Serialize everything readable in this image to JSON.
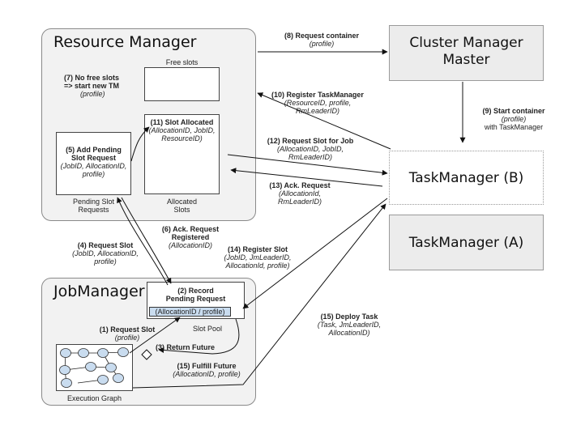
{
  "resource_manager": {
    "title": "Resource Manager",
    "free_slots": "Free slots",
    "pending_slot_requests": [
      "Pending Slot",
      "Requests"
    ],
    "allocated_slots": [
      "Allocated",
      "Slots"
    ],
    "step7": {
      "l1": "(7) No free slots",
      "l2": "=> start new TM",
      "l3": "(profile)"
    },
    "step5": {
      "l1": "(5) Add Pending",
      "l2": "Slot Request",
      "l3": "(JobID, AllocationID,",
      "l4": "profile)"
    },
    "step11": {
      "l1": "(11) Slot Allocated",
      "l2": "(AllocationID, JobID,",
      "l3": "ResourceID)"
    }
  },
  "cluster_manager": {
    "line1": "Cluster Manager",
    "line2": "Master"
  },
  "task_manager_b": "TaskManager (B)",
  "task_manager_a": "TaskManager (A)",
  "job_manager": {
    "title": "JobManager",
    "step2": {
      "l1": "(2) Record",
      "l2": "Pending Request"
    },
    "allocation_profile": "(AllocationID / profile)",
    "slot_pool": "Slot Pool",
    "execution_graph": "Execution Graph"
  },
  "edges": {
    "e8": {
      "l1": "(8) Request container",
      "l2": "(profile)"
    },
    "e10": {
      "l1": "(10) Register TaskManager",
      "l2": "(ResourceID, profile,",
      "l3": "RmLeaderID)"
    },
    "e9": {
      "l1": "(9) Start container",
      "l2": "(profile)",
      "l3": "with TaskManager"
    },
    "e12": {
      "l1": "(12) Request Slot for Job",
      "l2": "(AllocationID, JobID,",
      "l3": "RmLeaderID)"
    },
    "e13": {
      "l1": "(13) Ack. Request",
      "l2": "(AllocationId,",
      "l3": "RmLeaderID)"
    },
    "e6": {
      "l1": "(6) Ack. Request",
      "l2": "Registered",
      "l3": "(AllocationID)"
    },
    "e4": {
      "l1": "(4) Request Slot",
      "l2": "(JobID, AllocationID,",
      "l3": "profile)"
    },
    "e14": {
      "l1": "(14) Register Slot",
      "l2": "(JobID, JmLeaderID,",
      "l3": "AllocationId, profile)"
    },
    "e15d": {
      "l1": "(15) Deploy Task",
      "l2": "(Task, JmLeaderID,",
      "l3": "AllocationID)"
    },
    "e1": {
      "l1": "(1) Request Slot",
      "l2": "(profile)"
    },
    "e3": {
      "l1": "(3) Return Future"
    },
    "e15f": {
      "l1": "(15) Fulfill Future",
      "l2": "(AllocationID, profile)"
    }
  },
  "colors": {
    "allocation_profile_fill": "#c9dcef",
    "graph_node_fill": "#c9dcef"
  }
}
